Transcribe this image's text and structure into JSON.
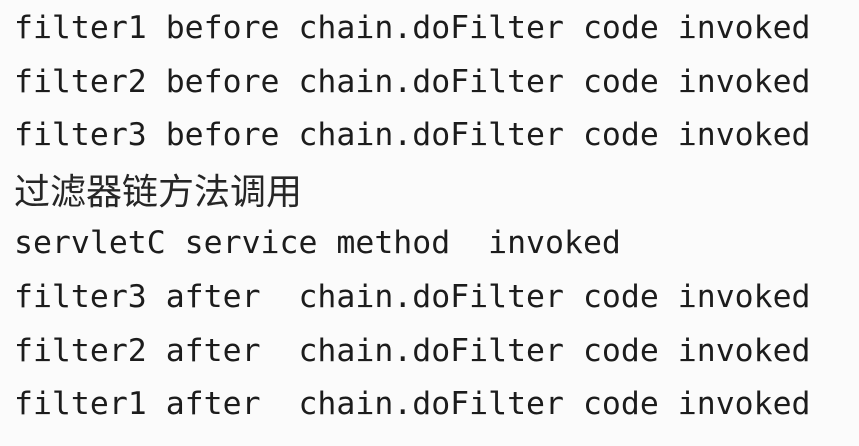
{
  "console": {
    "colors": {
      "background": "#fbfbfb",
      "text": "#1c1c1c"
    },
    "lines": [
      {
        "text": "filter1 before chain.doFilter code invoked"
      },
      {
        "text": "filter2 before chain.doFilter code invoked"
      },
      {
        "text": "filter3 before chain.doFilter code invoked"
      },
      {
        "text": "过滤器链方法调用"
      },
      {
        "text": "servletC service method  invoked"
      },
      {
        "text": "filter3 after  chain.doFilter code invoked"
      },
      {
        "text": "filter2 after  chain.doFilter code invoked"
      },
      {
        "text": "filter1 after  chain.doFilter code invoked"
      }
    ]
  }
}
